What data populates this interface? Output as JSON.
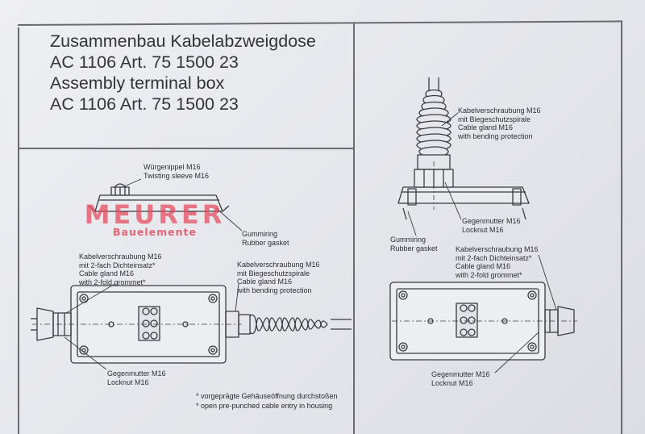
{
  "title": {
    "line1": "Zusammenbau Kabelabzweigdose",
    "line2": "AC 1106 Art. 75 1500 23",
    "line3": "Assembly terminal box",
    "line4": "AC 1106 Art. 75 1500 23"
  },
  "logo": {
    "name": "MEURER",
    "sub": "Bauelemente"
  },
  "left": {
    "twist": {
      "de": "Würgenippel M16",
      "en": "Twisting sleeve M16"
    },
    "gasket": {
      "de": "Gummiring",
      "en": "Rubber gasket"
    },
    "gland_grommet": {
      "l1": "Kabelverschraubung M16",
      "l2": "mit 2-fach Dichteinsatz*",
      "l3": "Cable gland M16",
      "l4": "with 2-fold grommet*"
    },
    "gland_spiral": {
      "l1": "Kabelverschraubung M16",
      "l2": "mit Biegeschutzspirale",
      "l3": "Cable gland M16",
      "l4": "with bending protection"
    },
    "locknut": {
      "de": "Gegenmutter M16",
      "en": "Locknut M16"
    }
  },
  "right": {
    "gland_spiral": {
      "l1": "Kabelverschraubung M16",
      "l2": "mit Biegeschutzspirale",
      "l3": "Cable gland M16",
      "l4": "with bending protection"
    },
    "locknut_top": {
      "de": "Gegenmutter M16",
      "en": "Locknut M16"
    },
    "gasket": {
      "de": "Gummiring",
      "en": "Rubber gasket"
    },
    "gland_grommet": {
      "l1": "Kabelverschraubung M16",
      "l2": "mit 2-fach Dichteinsatz*",
      "l3": "Cable gland M16",
      "l4": "with 2-fold grommet*"
    },
    "locknut_bottom": {
      "de": "Gegenmutter M16",
      "en": "Locknut M16"
    }
  },
  "footnote": {
    "de": "* vorgeprägte Gehäuseöffnung durchstoßen",
    "en": "* open pre-punched cable entry in housing"
  }
}
